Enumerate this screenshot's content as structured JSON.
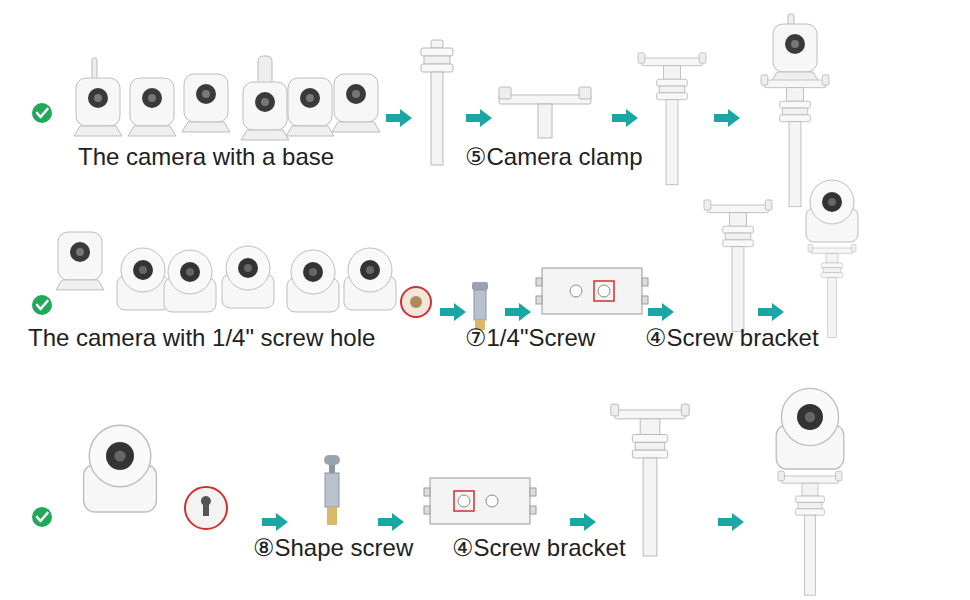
{
  "diagram": {
    "labels": [
      "The camera with a base",
      "⑤Camera clamp",
      "The camera with 1/4\" screw hole",
      "⑦1/4\"Screw",
      "④Screw bracket",
      "⑧Shape screw",
      "④Screw bracket"
    ]
  }
}
